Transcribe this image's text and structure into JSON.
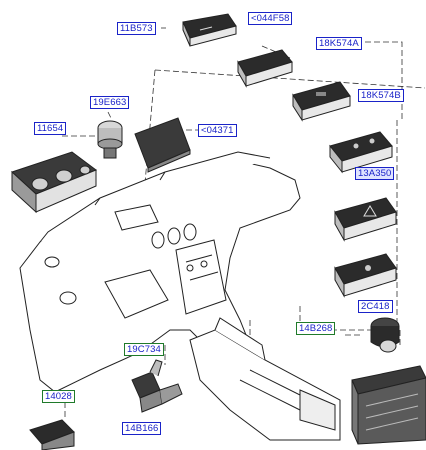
{
  "callouts": {
    "c1": "11B573",
    "c2": "<044F58",
    "c3": "18K574A",
    "c4": "18K574B",
    "c5": "19E663",
    "c6": "11654",
    "c7": "<04371",
    "c8": "13A350",
    "c9": "2C418",
    "c10": "14B268",
    "c11": "19C734",
    "c12": "14028",
    "c13": "14B166"
  },
  "colors": {
    "callout_text": "#1a23c8",
    "callout_border_blue": "#1a23c8",
    "callout_border_green": "#1f7a2a",
    "line": "#222222"
  }
}
